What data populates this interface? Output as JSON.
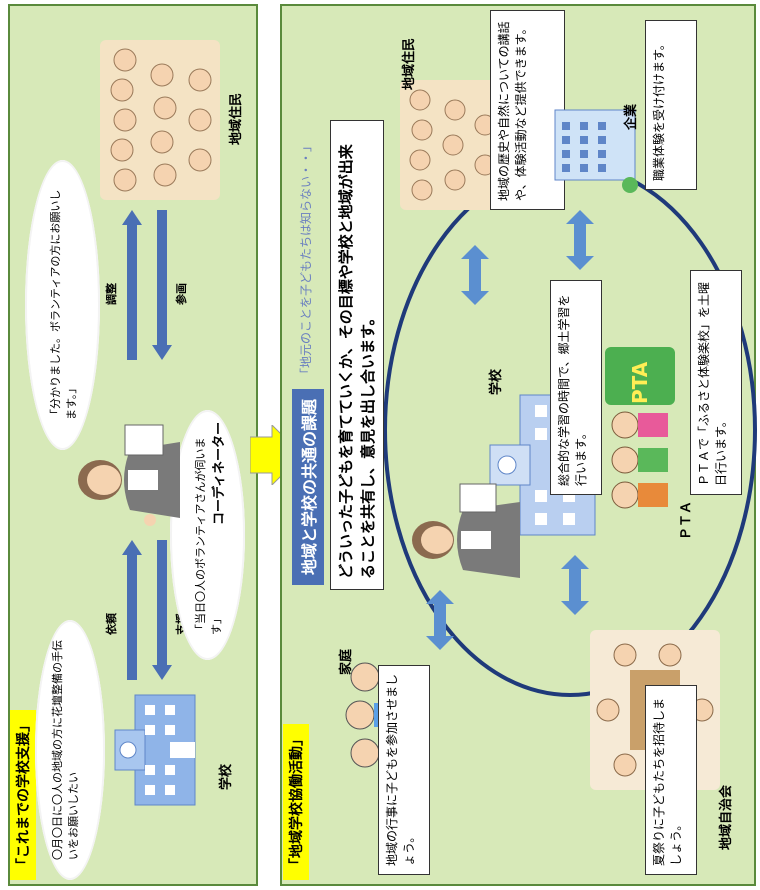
{
  "top": {
    "title": "「これまでの学校支援」",
    "request_bubble": "〇月〇日に〇人の地域の方に花壇整備の手伝いをお願いしたい",
    "reply_bubble": "「当日〇人のボランティアさんが伺います」",
    "agree_bubble": "「分かりました。ボランティアの方にお願いします。」",
    "labels": {
      "school": "学校",
      "coordinator": "コーディネーター",
      "residents": "地域住民",
      "request": "依頼",
      "support": "支援",
      "adjust": "調整",
      "participate": "参画"
    }
  },
  "bottom": {
    "title": "「地域学校協働活動」",
    "issue_title": "地域と学校の共通の課題",
    "issue_note": "「地元のことを子どもたちは知らない・・」",
    "goal_text": "どういった子どもを育てていくか、その目標や学校と地域が出来ることを共有し、意見を出し合います。",
    "nodes": {
      "school": "学校",
      "family": "家庭",
      "council": "地域自治会",
      "residents": "地域住民",
      "company": "企業",
      "pta": "ＰＴＡ"
    },
    "boxes": {
      "family_text": "地域の行事に子どもを参加させましょう。",
      "council_text": "夏祭りに子どもたちを招待しましょう。",
      "school_text": "総合的な学習の時間で、郷土学習を行います。",
      "residents_text": "地域の歴史や自然についての講話や、体験活動など提供できます。",
      "company_text": "職業体験を受け付けます。",
      "pta_text": "ＰＴＡで「ふるさと体験楽校」を土曜日行います。"
    },
    "pta_badge": "PTA"
  },
  "colors": {
    "panel": "#d7e9b8",
    "title_bg": "#ffff00",
    "blue": "#4a6fb4",
    "ellipse": "#1f3a7a"
  }
}
